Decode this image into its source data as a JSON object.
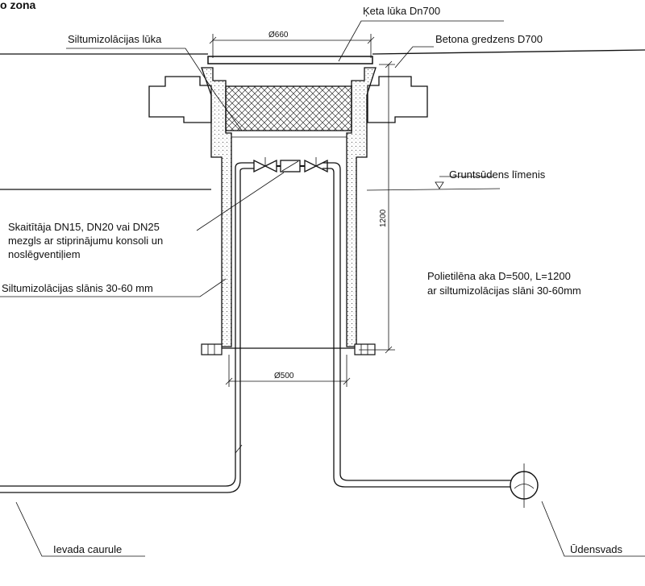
{
  "header": {
    "fragment": "o zona"
  },
  "labels": {
    "hatch": "Ķeta lūka Dn700",
    "insulation_hatch": "Siltumizolācijas lūka",
    "concrete_ring": "Betona gredzens D700",
    "groundwater": "Gruntsūdens līmenis",
    "meter_line1": "Skaitītāja DN15, DN20 vai DN25",
    "meter_line2": "mezgls ar stiprinājumu konsoli un",
    "meter_line3": "noslēgventiļiem",
    "insulation_layer": "Siltumizolācijas slānis 30-60 mm",
    "well_line1": "Polietilēna aka D=500, L=1200",
    "well_line2": "ar siltumizolācijas slāni 30-60mm",
    "inlet_pipe": "Ievada caurule",
    "water_main": "Ūdensvads"
  },
  "dimensions": {
    "top_diameter": "Ø660",
    "bottom_diameter": "Ø500",
    "height": "1200"
  }
}
